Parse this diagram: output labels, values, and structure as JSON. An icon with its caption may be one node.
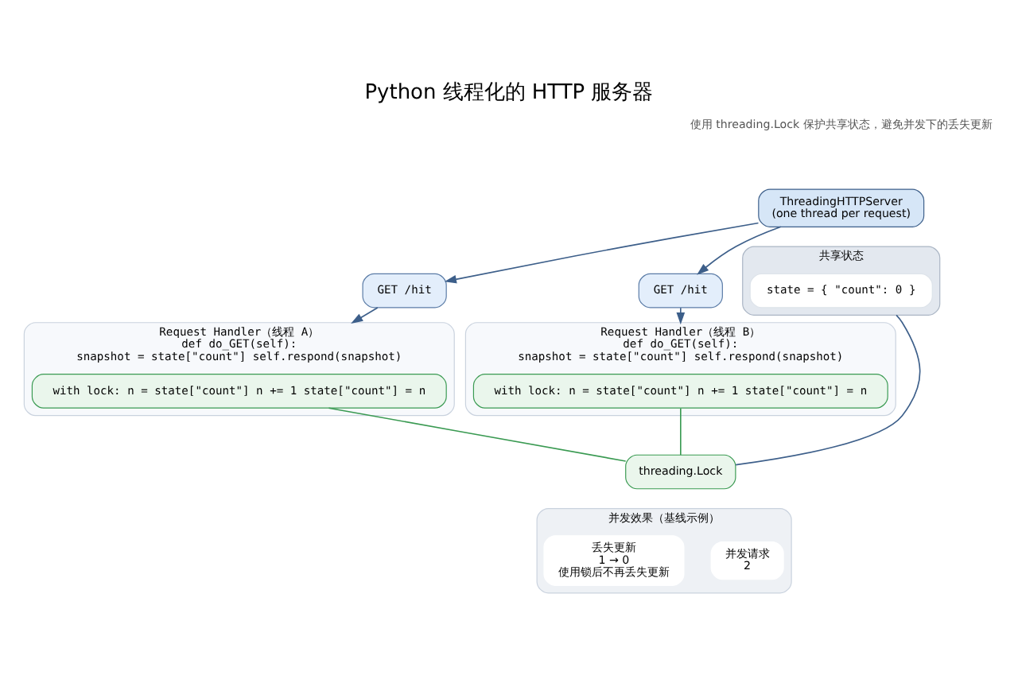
{
  "diagram": {
    "title": "Python 线程化的 HTTP 服务器",
    "nodes": [
      {
        "text": [
          "ThreadingHTTPServer",
          "(one thread per request)"
        ]
      },
      {
        "text": [
          "GET /hit"
        ]
      },
      {
        "text": [
          "GET /hit"
        ]
      },
      {
        "text": [
          "Request Handler（线程 A）",
          "def do_GET(self):",
          "snapshot = state[\"count\"] self.respond(snapshot)"
        ]
      },
      {
        "text": [
          "with lock: n = state[\"count\"] n += 1 state[\"count\"] = n"
        ],
        "in": 3
      },
      {
        "text": [
          "共享状态"
        ]
      },
      {
        "text": [
          "state = { \"count\": 0 }"
        ],
        "in": 5
      },
      {
        "text": [
          "threading.Lock"
        ]
      },
      {
        "text": [
          "Request Handler（线程 B）",
          "def do_GET(self):",
          "snapshot = state[\"count\"] self.respond(snapshot)"
        ]
      },
      {
        "text": [
          "with lock: n = state[\"count\"] n += 1 state[\"count\"] = n"
        ],
        "in": 8
      },
      {
        "text": [
          "并发效果（基线示例）"
        ]
      },
      {
        "text": [
          "并发请求",
          "2"
        ],
        "in": 10
      },
      {
        "text": [
          "丢失更新",
          "1 → 0",
          "使用锁后不再丢失更新"
        ],
        "in": 10
      }
    ],
    "edges": [
      {
        "from": 0,
        "to": 1,
        "arrow": "to"
      },
      {
        "from": 0,
        "to": 2,
        "arrow": "to"
      },
      {
        "from": 1,
        "to": 3,
        "arrow": "to"
      },
      {
        "from": 2,
        "to": 8,
        "arrow": "to"
      },
      {
        "from": 5,
        "to": 7,
        "arrow": "none"
      },
      {
        "from": 4,
        "to": 7,
        "arrow": "none",
        "color": "#3a9a52"
      },
      {
        "from": 9,
        "to": 7,
        "arrow": "none",
        "color": "#3a9a52"
      }
    ],
    "labels": [
      "使用 threading.Lock 保护共享状态，避免并发下的丢失更新"
    ]
  }
}
